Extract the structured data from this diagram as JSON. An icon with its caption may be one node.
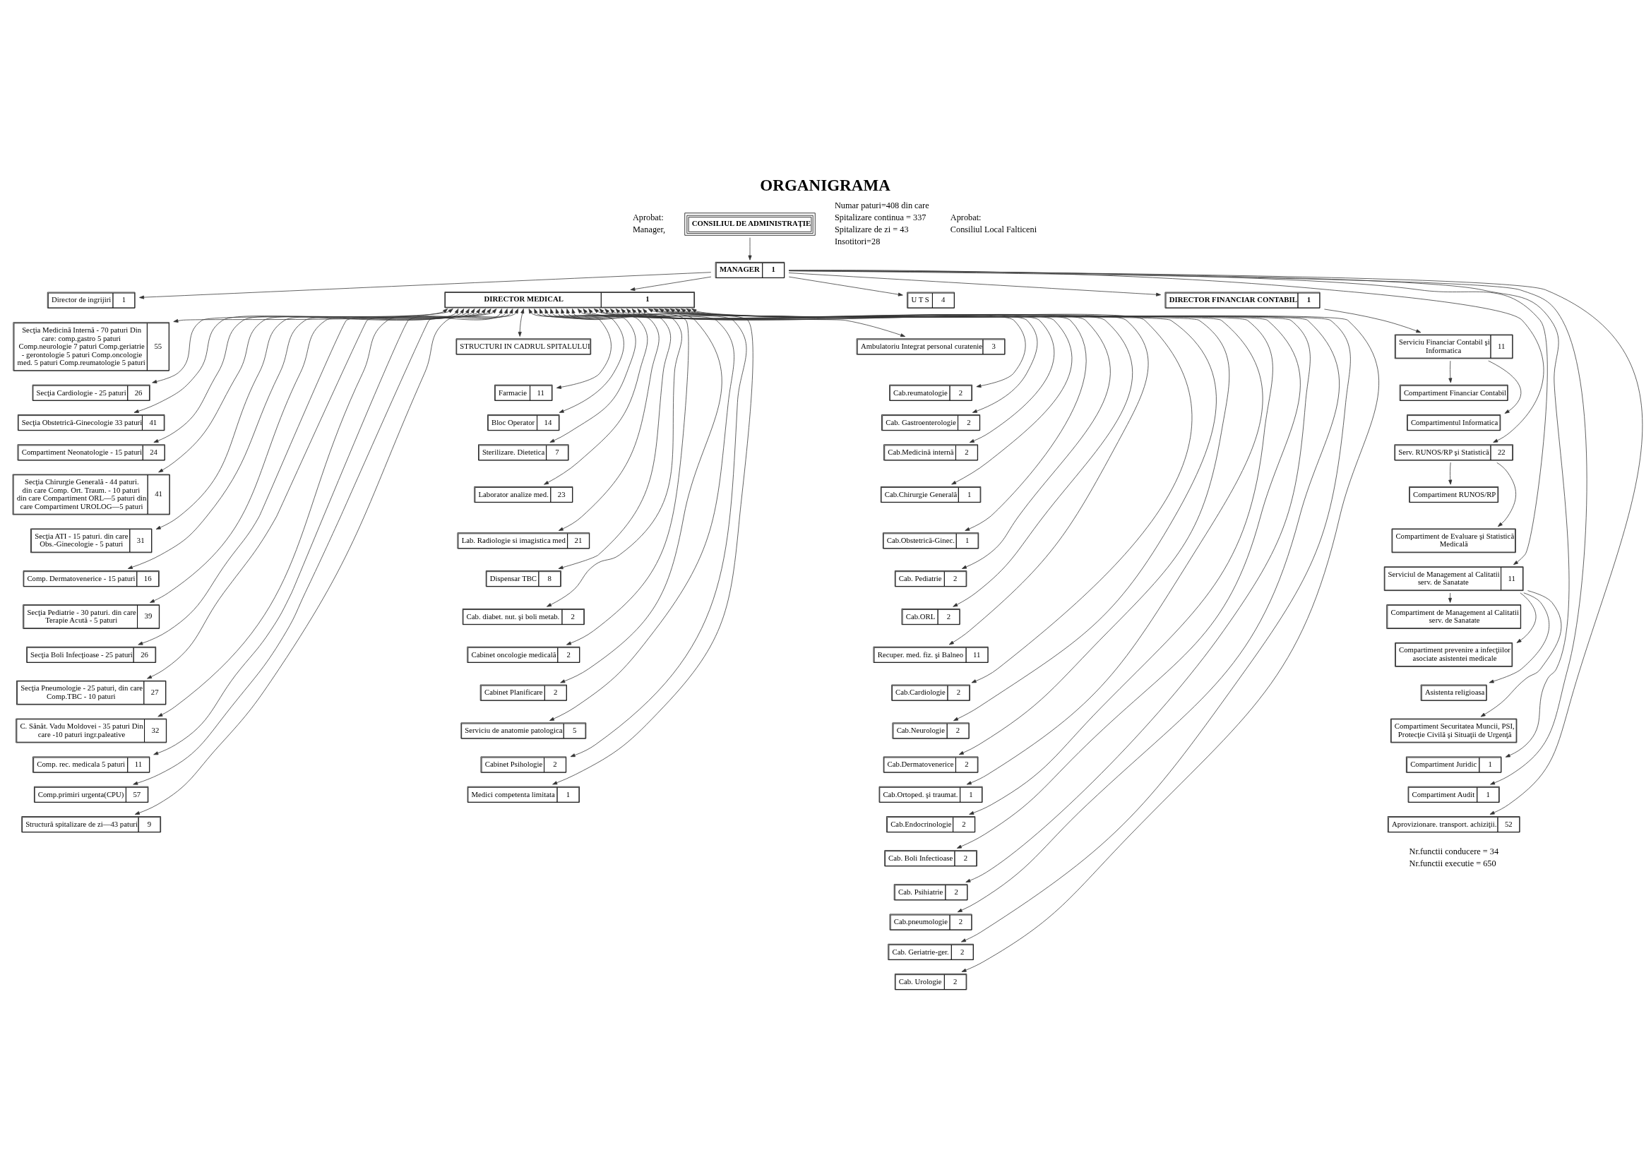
{
  "diagram": {
    "title": "ORGANIGRAMA",
    "nodes": [
      {
        "text": [
          "CONSILIUL DE ADMINISTRAŢIE"
        ]
      },
      {
        "text": [
          "MANAGER",
          "1"
        ]
      },
      {
        "text": [
          "Director de ingrijiri",
          "1"
        ]
      },
      {
        "text": [
          "DIRECTOR MEDICAL",
          "1"
        ]
      },
      {
        "text": [
          "U T S",
          "4"
        ]
      },
      {
        "text": [
          "DIRECTOR FINANCIAR CONTABIL",
          "1"
        ]
      },
      {
        "text": [
          "Serviciu Financiar Contabil şi Informatica",
          "11"
        ]
      },
      {
        "text": [
          "Compartiment Financiar Contabil"
        ]
      },
      {
        "text": [
          "Compartimentul Informatica"
        ]
      },
      {
        "text": [
          "Secţia Medicină Internă - 70 paturi Din care: comp.gastro 5 paturi Comp.neurologie 7 paturi Comp.geriatrie - gerontologie 5 paturi Comp.oncologie med. 5 paturi Comp.reumatologie 5 paturi",
          "55"
        ]
      },
      {
        "text": [
          "Secţia Cardiologie - 25 paturi",
          "26"
        ]
      },
      {
        "text": [
          "Secţia Obstetrică-Ginecologie 33 paturi",
          "41"
        ]
      },
      {
        "text": [
          "Compartiment Neonatologie - 15 paturi",
          "24"
        ]
      },
      {
        "text": [
          "Secţia Chirurgie Generală - 44 paturi. din care Comp. Ort. Traum. - 10 paturi din care Compartiment ORL—5 paturi din care Compartiment UROLOG—5 paturi",
          "41"
        ]
      },
      {
        "text": [
          "Secţia ATI - 15 paturi. din care Obs.-Ginecologie - 5 paturi",
          "31"
        ]
      },
      {
        "text": [
          "Comp. Dermatovenerice - 15 paturi",
          "16"
        ]
      },
      {
        "text": [
          "Secţia Pediatrie - 30 paturi. din care Terapie Acută - 5 paturi",
          "39"
        ]
      },
      {
        "text": [
          "Secţia Boli Infecţioase - 25 paturi",
          "26"
        ]
      },
      {
        "text": [
          "Secţia Pneumologie - 25 paturi, din care Comp.TBC - 10 paturi",
          "27"
        ]
      },
      {
        "text": [
          "C. Sănăt. Vadu Moldovei - 35 paturi Din care -10 paturi ingr.paleative",
          "32"
        ]
      },
      {
        "text": [
          "Comp. rec. medicala 5 paturi",
          "11"
        ]
      },
      {
        "text": [
          "Comp.primiri urgenta(CPU)",
          "57"
        ]
      },
      {
        "text": [
          "Structură spitalizare de zi—43 paturi",
          "9"
        ]
      },
      {
        "text": [
          "STRUCTURI IN CADRUL SPITALULUI"
        ]
      },
      {
        "text": [
          "Farmacie",
          "11"
        ]
      },
      {
        "text": [
          "Bloc Operator",
          "14"
        ]
      },
      {
        "text": [
          "Sterilizare. Dietetica",
          "7"
        ]
      },
      {
        "text": [
          "Laborator analize med.",
          "23"
        ]
      },
      {
        "text": [
          "Lab. Radiologie si imagistica med",
          "21"
        ]
      },
      {
        "text": [
          "Dispensar TBC",
          "8"
        ]
      },
      {
        "text": [
          "Cab. diabet. nut. şi boli metab.",
          "2"
        ]
      },
      {
        "text": [
          "Cabinet oncologie medicală",
          "2"
        ]
      },
      {
        "text": [
          "Cabinet Planificare",
          "2"
        ]
      },
      {
        "text": [
          "Serviciu de anatomie patologica",
          "5"
        ]
      },
      {
        "text": [
          "Cabinet Psihologie",
          "2"
        ]
      },
      {
        "text": [
          "Medici competenta limitata",
          "1"
        ]
      },
      {
        "text": [
          "Ambulatoriu Integrat personal curatenie",
          "3"
        ]
      },
      {
        "text": [
          "Cab.reumatologie",
          "2"
        ]
      },
      {
        "text": [
          "Cab. Gastroenterologie",
          "2"
        ]
      },
      {
        "text": [
          "Cab.Medicină internă",
          "2"
        ]
      },
      {
        "text": [
          "Cab.Chirurgie Generală",
          "1"
        ]
      },
      {
        "text": [
          "Cab.Obstetrică-Ginec.",
          "1"
        ]
      },
      {
        "text": [
          "Cab. Pediatrie",
          "2"
        ]
      },
      {
        "text": [
          "Cab.ORL",
          "2"
        ]
      },
      {
        "text": [
          "Recuper. med. fiz. şi Balneo",
          "11"
        ]
      },
      {
        "text": [
          "Cab.Cardiologie",
          "2"
        ]
      },
      {
        "text": [
          "Cab.Neurologie",
          "2"
        ]
      },
      {
        "text": [
          "Cab.Dermatovenerice",
          "2"
        ]
      },
      {
        "text": [
          "Cab.Ortoped. şi traumat.",
          "1"
        ]
      },
      {
        "text": [
          "Cab.Endocrinologie",
          "2"
        ]
      },
      {
        "text": [
          "Cab. Boli Infectioase",
          "2"
        ]
      },
      {
        "text": [
          "Cab. Psihiatrie",
          "2"
        ]
      },
      {
        "text": [
          "Cab.pneumologie",
          "2"
        ]
      },
      {
        "text": [
          "Cab. Geriatrie-ger.",
          "2"
        ]
      },
      {
        "text": [
          "Cab. Urologie",
          "2"
        ]
      },
      {
        "text": [
          "Serv. RUNOS/RP şi Statistică",
          "22"
        ]
      },
      {
        "text": [
          "Compartiment RUNOS/RP"
        ]
      },
      {
        "text": [
          "Compartiment de Evaluare şi Statistică Medicală"
        ]
      },
      {
        "text": [
          "Serviciul de Management al Calitatii serv. de Sanatate",
          "11"
        ]
      },
      {
        "text": [
          "Compartiment de Management al Calitatii serv. de Sanatate"
        ]
      },
      {
        "text": [
          "Compartiment prevenire a infecţiilor asociate asistentei medicale"
        ]
      },
      {
        "text": [
          "Asistenta religioasa"
        ]
      },
      {
        "text": [
          "Compartiment Securitatea Muncii, PSI, Protecţie Civilă şi Situaţii de Urgenţă"
        ]
      },
      {
        "text": [
          "Compartiment Juridic",
          "1"
        ]
      },
      {
        "text": [
          "Compartiment Audit",
          "1"
        ]
      },
      {
        "text": [
          "Aprovizionare. transport. achiziţii.",
          "52"
        ]
      }
    ],
    "edges": [
      {
        "from": 0,
        "to": 1,
        "arrow": "to"
      },
      {
        "from": 1,
        "to": 2,
        "arrow": "to"
      },
      {
        "from": 1,
        "to": 3,
        "arrow": "to"
      },
      {
        "from": 1,
        "to": 4,
        "arrow": "to"
      },
      {
        "from": 1,
        "to": 5,
        "arrow": "to"
      },
      {
        "from": 1,
        "to": 55,
        "arrow": "to"
      },
      {
        "from": 1,
        "to": 58,
        "arrow": "to"
      },
      {
        "from": 1,
        "to": 63,
        "arrow": "to"
      },
      {
        "from": 1,
        "to": 64,
        "arrow": "to"
      },
      {
        "from": 1,
        "to": 65,
        "arrow": "to"
      },
      {
        "from": 5,
        "to": 6,
        "arrow": "to"
      },
      {
        "from": 6,
        "to": 7,
        "arrow": "to"
      },
      {
        "from": 6,
        "to": 8,
        "arrow": "to"
      },
      {
        "from": 55,
        "to": 56,
        "arrow": "to"
      },
      {
        "from": 55,
        "to": 57,
        "arrow": "to"
      },
      {
        "from": 58,
        "to": 59,
        "arrow": "to"
      },
      {
        "from": 58,
        "to": 60,
        "arrow": "to"
      },
      {
        "from": 58,
        "to": 61,
        "arrow": "to"
      },
      {
        "from": 58,
        "to": 62,
        "arrow": "to"
      },
      {
        "from": 3,
        "to": 9,
        "arrow": "both"
      },
      {
        "from": 3,
        "to": 10,
        "arrow": "both"
      },
      {
        "from": 3,
        "to": 11,
        "arrow": "both"
      },
      {
        "from": 3,
        "to": 12,
        "arrow": "both"
      },
      {
        "from": 3,
        "to": 13,
        "arrow": "both"
      },
      {
        "from": 3,
        "to": 14,
        "arrow": "both"
      },
      {
        "from": 3,
        "to": 15,
        "arrow": "both"
      },
      {
        "from": 3,
        "to": 16,
        "arrow": "both"
      },
      {
        "from": 3,
        "to": 17,
        "arrow": "both"
      },
      {
        "from": 3,
        "to": 18,
        "arrow": "both"
      },
      {
        "from": 3,
        "to": 19,
        "arrow": "both"
      },
      {
        "from": 3,
        "to": 20,
        "arrow": "both"
      },
      {
        "from": 3,
        "to": 21,
        "arrow": "both"
      },
      {
        "from": 3,
        "to": 22,
        "arrow": "both"
      },
      {
        "from": 3,
        "to": 23,
        "arrow": "both"
      },
      {
        "from": 3,
        "to": 24,
        "arrow": "both"
      },
      {
        "from": 3,
        "to": 25,
        "arrow": "both"
      },
      {
        "from": 3,
        "to": 26,
        "arrow": "both"
      },
      {
        "from": 3,
        "to": 27,
        "arrow": "both"
      },
      {
        "from": 3,
        "to": 28,
        "arrow": "both"
      },
      {
        "from": 3,
        "to": 29,
        "arrow": "both"
      },
      {
        "from": 3,
        "to": 30,
        "arrow": "both"
      },
      {
        "from": 3,
        "to": 31,
        "arrow": "both"
      },
      {
        "from": 3,
        "to": 32,
        "arrow": "both"
      },
      {
        "from": 3,
        "to": 33,
        "arrow": "both"
      },
      {
        "from": 3,
        "to": 34,
        "arrow": "both"
      },
      {
        "from": 3,
        "to": 35,
        "arrow": "both"
      },
      {
        "from": 3,
        "to": 36,
        "arrow": "both"
      },
      {
        "from": 3,
        "to": 37,
        "arrow": "both"
      },
      {
        "from": 3,
        "to": 38,
        "arrow": "both"
      },
      {
        "from": 3,
        "to": 39,
        "arrow": "both"
      },
      {
        "from": 3,
        "to": 40,
        "arrow": "both"
      },
      {
        "from": 3,
        "to": 41,
        "arrow": "both"
      },
      {
        "from": 3,
        "to": 42,
        "arrow": "both"
      },
      {
        "from": 3,
        "to": 43,
        "arrow": "both"
      },
      {
        "from": 3,
        "to": 44,
        "arrow": "both"
      },
      {
        "from": 3,
        "to": 45,
        "arrow": "both"
      },
      {
        "from": 3,
        "to": 46,
        "arrow": "both"
      },
      {
        "from": 3,
        "to": 47,
        "arrow": "both"
      },
      {
        "from": 3,
        "to": 48,
        "arrow": "both"
      },
      {
        "from": 3,
        "to": 49,
        "arrow": "both"
      },
      {
        "from": 3,
        "to": 50,
        "arrow": "both"
      },
      {
        "from": 3,
        "to": 51,
        "arrow": "both"
      },
      {
        "from": 3,
        "to": 52,
        "arrow": "both"
      },
      {
        "from": 3,
        "to": 53,
        "arrow": "both"
      },
      {
        "from": 3,
        "to": 54,
        "arrow": "both"
      }
    ],
    "labels": [
      "Numar paturi=408 din care",
      "Spitalizare continua = 337",
      "Spitalizare de zi = 43",
      "Insotitori=28",
      "Aprobat:",
      "Manager,",
      "Aprobat:",
      "Consiliul Local Falticeni",
      "Nr.functii conducere = 34",
      "Nr.functii executie = 650"
    ]
  }
}
